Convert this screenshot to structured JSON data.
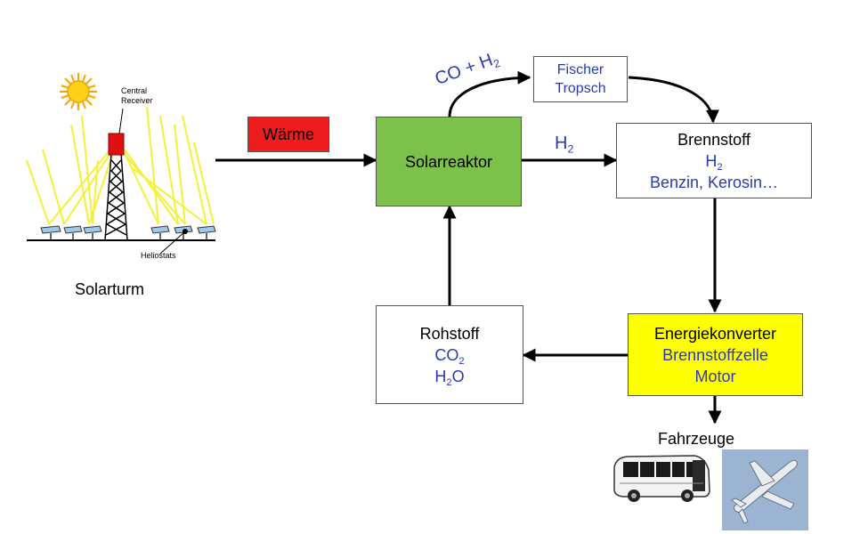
{
  "solar": {
    "central_receiver": "Central\nReceiver",
    "heliostats": "Heliostats",
    "caption": "Solarturm"
  },
  "heat": {
    "label": "Wärme",
    "color": "#ee1c1c"
  },
  "reactor": {
    "label": "Solarreaktor",
    "color": "#7cc24a"
  },
  "syngas": {
    "text": "CO + H",
    "sub": "2"
  },
  "h2_edge": {
    "text": "H",
    "sub": "2"
  },
  "fischer_tropsch": {
    "line1": "Fischer",
    "line2": "Tropsch"
  },
  "fuel": {
    "title": "Brennstoff",
    "h2": {
      "text": "H",
      "sub": "2"
    },
    "line3": "Benzin, Kerosin…"
  },
  "converter": {
    "title": "Energiekonverter",
    "line2": "Brennstoffzelle",
    "line3": "Motor",
    "color": "#ffff00"
  },
  "raw": {
    "title": "Rohstoff",
    "co2": {
      "text": "CO",
      "sub": "2"
    },
    "h2o": {
      "pre": "H",
      "sub": "2",
      "post": "O"
    }
  },
  "vehicles": {
    "caption": "Fahrzeuge"
  },
  "colors": {
    "blue_text": "#2a3bb0",
    "arrow": "#000000"
  }
}
